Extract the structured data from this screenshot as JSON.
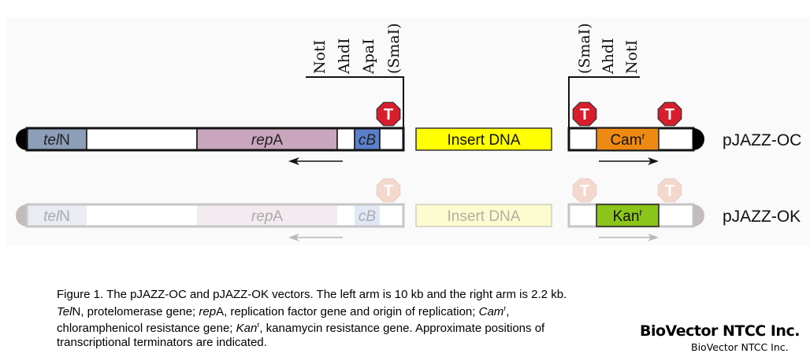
{
  "diagram": {
    "vectors": [
      {
        "name": "pJAZZ-OC",
        "faded": false,
        "left_arm": {
          "segments": [
            {
              "label_italic": "tel",
              "label": "N",
              "color": "#8c9eb8"
            },
            {
              "label_italic": "",
              "label": "",
              "color": "#ffffff"
            },
            {
              "label_italic": "rep",
              "label": "A",
              "color": "#c9a6bd"
            },
            {
              "label_italic": "",
              "label": "",
              "color": "#ffffff"
            },
            {
              "label_italic": "cB",
              "label": "",
              "color": "#5b7fc9"
            },
            {
              "label_italic": "",
              "label": "",
              "color": "#ffffff"
            }
          ],
          "arrow_direction": "left"
        },
        "insert": {
          "label": "Insert DNA",
          "color": "#ffff00"
        },
        "right_arm": {
          "marker": {
            "label": "Cam",
            "superscript": "r",
            "color": "#ee8a12"
          },
          "arrow_direction": "right"
        },
        "terminator_label": "T"
      },
      {
        "name": "pJAZZ-OK",
        "faded": true,
        "left_arm": {
          "segments": [
            {
              "label_italic": "tel",
              "label": "N",
              "color": "#e9ecf2"
            },
            {
              "label_italic": "",
              "label": "",
              "color": "#ffffff"
            },
            {
              "label_italic": "rep",
              "label": "A",
              "color": "#f3ebf0"
            },
            {
              "label_italic": "",
              "label": "",
              "color": "#ffffff"
            },
            {
              "label_italic": "cB",
              "label": "",
              "color": "#e1e8f5"
            },
            {
              "label_italic": "",
              "label": "",
              "color": "#ffffff"
            }
          ],
          "arrow_direction": "left"
        },
        "insert": {
          "label": "Insert DNA",
          "color": "#fdfbd0"
        },
        "right_arm": {
          "marker": {
            "label": "Kan",
            "superscript": "r",
            "color": "#8cc51a"
          },
          "arrow_direction": "right"
        },
        "terminator_label": "T"
      }
    ],
    "left_sites": [
      "NotI",
      "AhdI",
      "ApaI",
      "(SmaI)"
    ],
    "right_sites": [
      "(SmaI)",
      "AhdI",
      "NotI"
    ]
  },
  "caption": {
    "l1": "Figure 1. The pJAZZ-OC and pJAZZ-OK vectors. The left arm is 10 kb and the right arm is 2.2 kb.",
    "l2a_i": "Tel",
    "l2b": "N, protelomerase gene; ",
    "l2c_i": "rep",
    "l2d": "A, replication factor gene and origin of replication; ",
    "l2e_i": "Cam",
    "l2f_sup": "r",
    "l2g": ",",
    "l3a": "chloramphenicol resistance gene; ",
    "l3b_i": "Kan",
    "l3c_sup": "r",
    "l3d": ", kanamycin resistance gene. Approximate positions of",
    "l4": "transcriptional terminators are indicated."
  },
  "watermark": {
    "big": "BioVector NTCC Inc.",
    "small": "BioVector NTCC Inc."
  }
}
